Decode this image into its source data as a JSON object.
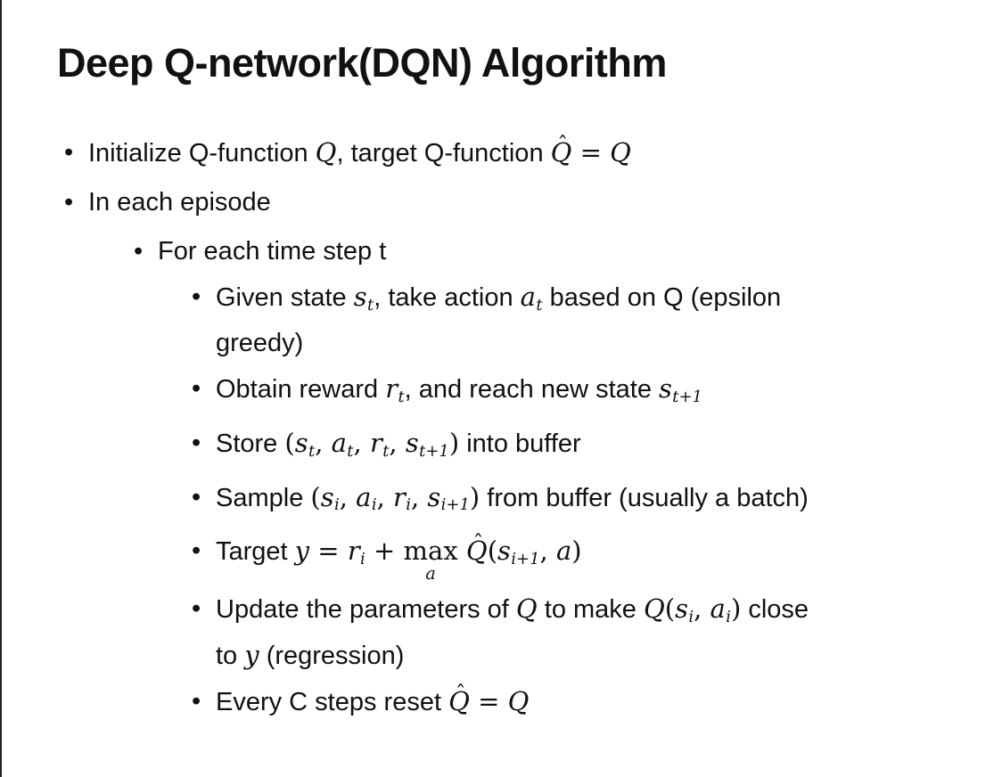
{
  "page": {
    "colors": {
      "background": "#ffffff",
      "border_left": "#222222",
      "text": "#111111"
    }
  },
  "title": "Deep Q-network(DQN) Algorithm",
  "bullet_char": "•",
  "bullets": [
    {
      "level": 1,
      "segments": [
        {
          "t": "Initialize Q-function ",
          "s": "p"
        },
        {
          "t": "Q",
          "s": "i"
        },
        {
          "t": ", target Q-function ",
          "s": "p"
        },
        {
          "t": "Q",
          "s": "hat"
        },
        {
          "t": " = ",
          "s": "r"
        },
        {
          "t": "Q",
          "s": "i"
        }
      ]
    },
    {
      "level": 1,
      "segments": [
        {
          "t": "In each episode",
          "s": "p"
        }
      ]
    },
    {
      "level": 2,
      "segments": [
        {
          "t": "For each time step t",
          "s": "p"
        }
      ]
    },
    {
      "level": 3,
      "segments": [
        {
          "t": "Given state ",
          "s": "p"
        },
        {
          "t": "s",
          "s": "i"
        },
        {
          "t": "t",
          "s": "sub"
        },
        {
          "t": ", take action ",
          "s": "p"
        },
        {
          "t": "a",
          "s": "i"
        },
        {
          "t": "t",
          "s": "sub"
        },
        {
          "t": " based on Q (epsilon",
          "s": "p"
        },
        {
          "s": "br"
        },
        {
          "t": "greedy)",
          "s": "p"
        }
      ]
    },
    {
      "level": 3,
      "segments": [
        {
          "t": "Obtain reward ",
          "s": "p"
        },
        {
          "t": "r",
          "s": "i"
        },
        {
          "t": "t",
          "s": "sub"
        },
        {
          "t": ", and reach new state ",
          "s": "p"
        },
        {
          "t": "s",
          "s": "i"
        },
        {
          "t": "t+1",
          "s": "sub"
        }
      ]
    },
    {
      "level": 3,
      "segments": [
        {
          "t": "Store ",
          "s": "p"
        },
        {
          "t": "(",
          "s": "r"
        },
        {
          "t": "s",
          "s": "i"
        },
        {
          "t": "t",
          "s": "sub"
        },
        {
          "t": ", ",
          "s": "r"
        },
        {
          "t": "a",
          "s": "i"
        },
        {
          "t": "t",
          "s": "sub"
        },
        {
          "t": ", ",
          "s": "r"
        },
        {
          "t": "r",
          "s": "i"
        },
        {
          "t": "t",
          "s": "sub"
        },
        {
          "t": ", ",
          "s": "r"
        },
        {
          "t": "s",
          "s": "i"
        },
        {
          "t": "t+1",
          "s": "sub"
        },
        {
          "t": ")",
          "s": "r"
        },
        {
          "t": " into buffer",
          "s": "p"
        }
      ]
    },
    {
      "level": 3,
      "segments": [
        {
          "t": "Sample ",
          "s": "p"
        },
        {
          "t": "(",
          "s": "r"
        },
        {
          "t": "s",
          "s": "i"
        },
        {
          "t": "i",
          "s": "sub"
        },
        {
          "t": ", ",
          "s": "r"
        },
        {
          "t": "a",
          "s": "i"
        },
        {
          "t": "i",
          "s": "sub"
        },
        {
          "t": ", ",
          "s": "r"
        },
        {
          "t": "r",
          "s": "i"
        },
        {
          "t": "i",
          "s": "sub"
        },
        {
          "t": ", ",
          "s": "r"
        },
        {
          "t": "s",
          "s": "i"
        },
        {
          "t": "i+1",
          "s": "sub"
        },
        {
          "t": ")",
          "s": "r"
        },
        {
          "t": " from buffer (usually a batch)",
          "s": "p"
        }
      ]
    },
    {
      "level": 3,
      "segments": [
        {
          "t": "Target ",
          "s": "p"
        },
        {
          "t": "y",
          "s": "i"
        },
        {
          "t": " = ",
          "s": "r"
        },
        {
          "t": "r",
          "s": "i"
        },
        {
          "t": "i",
          "s": "sub"
        },
        {
          "t": " + ",
          "s": "r"
        },
        {
          "t": "max",
          "u": "a",
          "s": "stack"
        },
        {
          "t": " ",
          "s": "r"
        },
        {
          "t": "Q",
          "s": "hat"
        },
        {
          "t": "(",
          "s": "r"
        },
        {
          "t": "s",
          "s": "i"
        },
        {
          "t": "i+1",
          "s": "sub"
        },
        {
          "t": ", ",
          "s": "r"
        },
        {
          "t": "a",
          "s": "i"
        },
        {
          "t": ")",
          "s": "r"
        }
      ]
    },
    {
      "level": 3,
      "segments": [
        {
          "t": "Update the parameters of ",
          "s": "p"
        },
        {
          "t": "Q",
          "s": "i"
        },
        {
          "t": " to make ",
          "s": "p"
        },
        {
          "t": "Q",
          "s": "i"
        },
        {
          "t": "(",
          "s": "r"
        },
        {
          "t": "s",
          "s": "i"
        },
        {
          "t": "i",
          "s": "sub"
        },
        {
          "t": ", ",
          "s": "r"
        },
        {
          "t": "a",
          "s": "i"
        },
        {
          "t": "i",
          "s": "sub"
        },
        {
          "t": ")",
          "s": "r"
        },
        {
          "t": " close",
          "s": "p"
        },
        {
          "s": "br"
        },
        {
          "t": "to ",
          "s": "p"
        },
        {
          "t": "y",
          "s": "i"
        },
        {
          "t": " (regression)",
          "s": "p"
        }
      ]
    },
    {
      "level": 3,
      "segments": [
        {
          "t": "Every C steps reset ",
          "s": "p"
        },
        {
          "t": "Q",
          "s": "hat"
        },
        {
          "t": " = ",
          "s": "r"
        },
        {
          "t": "Q",
          "s": "i"
        }
      ]
    }
  ]
}
